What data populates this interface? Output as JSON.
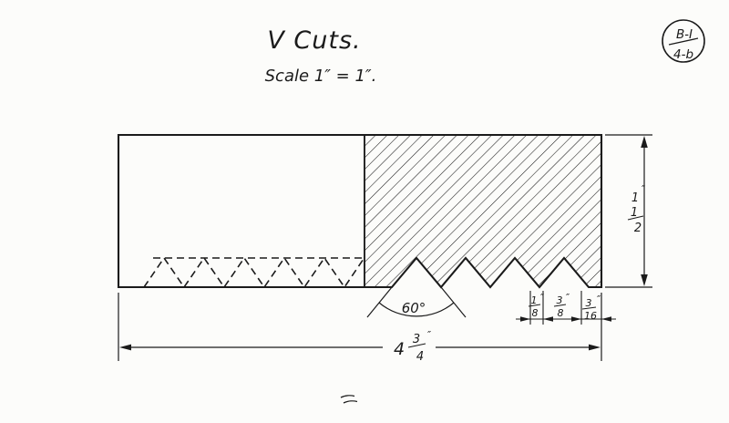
{
  "colors": {
    "ink": "#1b1b1b",
    "paper": "#fcfcfa"
  },
  "header": {
    "title": "V Cuts.",
    "scale": "Scale 1″ = 1″."
  },
  "badge": {
    "top": "B-I",
    "bottom": "4-b"
  },
  "dims": {
    "height": {
      "whole": "1",
      "num": "1",
      "den": "2",
      "unit": "″"
    },
    "length": {
      "whole": "4",
      "num": "3",
      "den": "4",
      "unit": "″"
    },
    "angle": "60°",
    "d1": {
      "num": "1",
      "den": "8",
      "unit": "″"
    },
    "d2": {
      "num": "3",
      "den": "8",
      "unit": "″"
    },
    "d3": {
      "num": "3",
      "den": "16",
      "unit": "″"
    }
  }
}
